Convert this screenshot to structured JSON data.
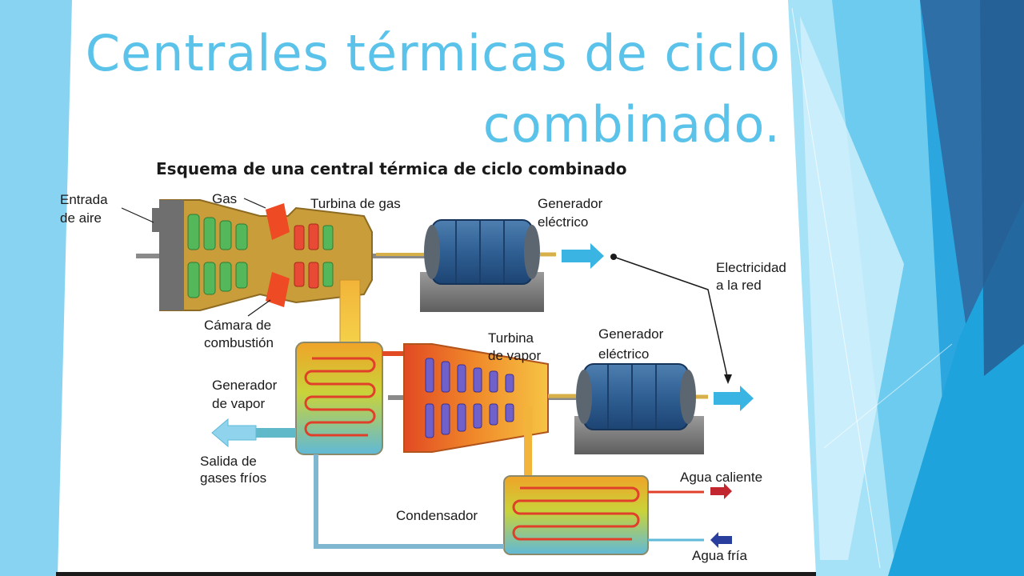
{
  "slide": {
    "title_line1": "Centrales térmicas de ciclo",
    "title_line2": "combinado."
  },
  "diagram": {
    "heading": "Esquema de una central térmica de ciclo combinado",
    "labels": {
      "air_inlet_1": "Entrada",
      "air_inlet_2": "de aire",
      "gas": "Gas",
      "gas_turbine": "Turbina de gas",
      "generator_top_1": "Generador",
      "generator_top_2": "eléctrico",
      "grid_1": "Electricidad",
      "grid_2": "a la red",
      "combustion_1": "Cámara de",
      "combustion_2": "combustión",
      "steam_turbine_1": "Turbina",
      "steam_turbine_2": "de vapor",
      "generator_bottom_1": "Generador",
      "generator_bottom_2": "eléctrico",
      "steam_gen_1": "Generador",
      "steam_gen_2": "de vapor",
      "exhaust_1": "Salida de",
      "exhaust_2": "gases fríos",
      "hot_water": "Agua caliente",
      "condenser": "Condensador",
      "cold_water": "Agua fría"
    }
  },
  "colors": {
    "title": "#5bc3ea",
    "accent_dark": "#2b6ea8",
    "accent_mid": "#2aa4dc",
    "accent_light": "#7fd3f2",
    "arrow": "#3ab5e3"
  }
}
